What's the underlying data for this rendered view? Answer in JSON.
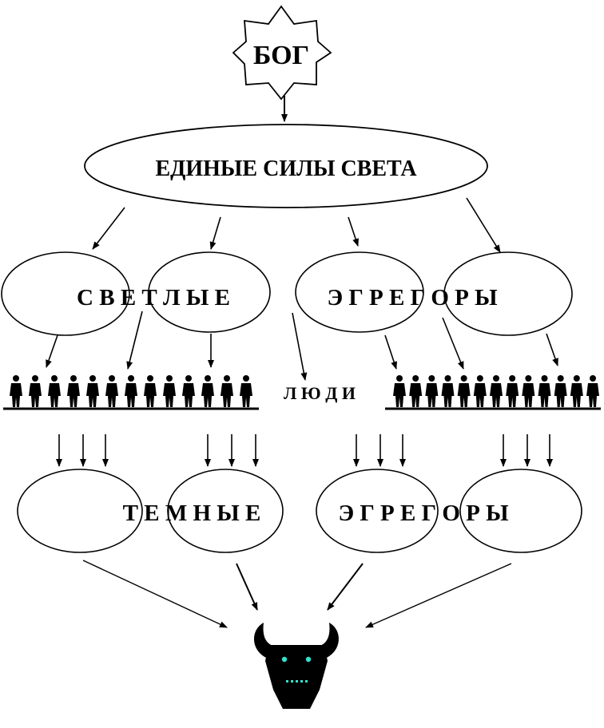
{
  "god": "БОГ",
  "united_forces": "ЕДИНЫЕ СИЛЫ СВЕТА",
  "light": {
    "word1": "С В Е Т Л Ы Е",
    "word2": "Э Г Р Е Г О Р Ы"
  },
  "people": "Л Ю Д И",
  "dark": {
    "word1": "Т Е М Н Ы Е",
    "word2": "Э Г Р Е Г О Р Ы"
  },
  "people_groups": [
    13,
    13
  ]
}
